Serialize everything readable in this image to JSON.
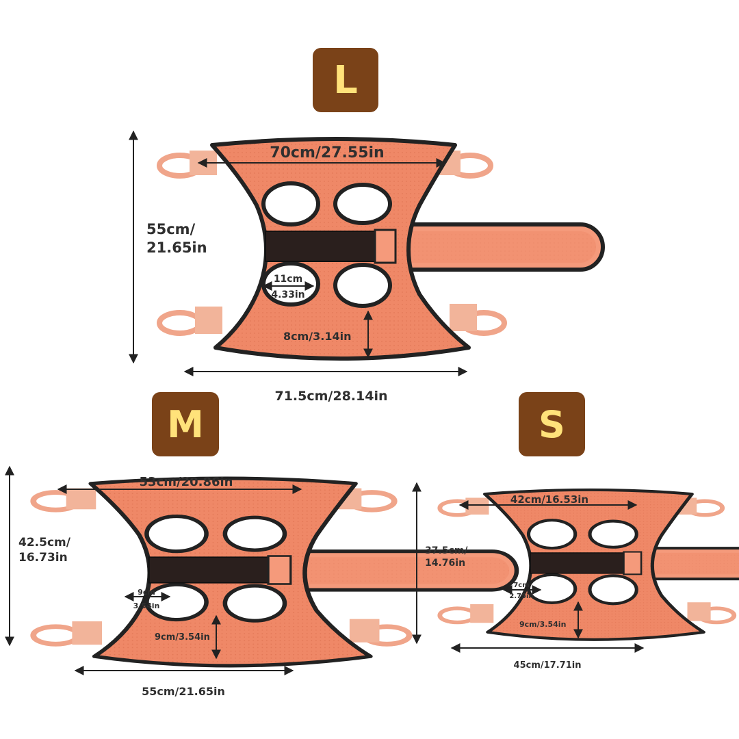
{
  "colors": {
    "fabric": "#ef8867",
    "fabric_strap": "#f59a7b",
    "binding": "#222222",
    "badge_bg": "#7a4218",
    "badge_text": "#ffe27a",
    "arrow": "#222222",
    "text": "#2f2f2f"
  },
  "sizes": {
    "L": {
      "badge": "L",
      "top_width": "70cm/27.55in",
      "height": "55cm/\n21.65in",
      "hole_cm": "11cm",
      "hole_in": "4.33in",
      "hole_edge": "8cm/3.14in",
      "bottom_width": "71.5cm/28.14in"
    },
    "M": {
      "badge": "M",
      "top_width": "53cm/20.86in",
      "height": "42.5cm/\n16.73in",
      "hole_cm": "9cm",
      "hole_in": "3.54in",
      "hole_edge": "9cm/3.54in",
      "bottom_width": "55cm/21.65in"
    },
    "S": {
      "badge": "S",
      "top_width": "42cm/16.53in",
      "height": "37.5cm/\n14.76in",
      "hole_cm": "7cm",
      "hole_in": "2.75in",
      "hole_edge": "9cm/3.54in",
      "bottom_width": "45cm/17.71in"
    }
  }
}
